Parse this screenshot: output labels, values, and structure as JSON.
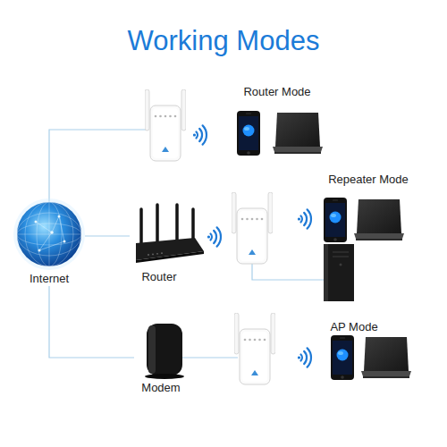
{
  "diagram": {
    "title": "Working Modes",
    "nodes": [
      {
        "text": [
          "Internet"
        ]
      },
      {
        "text": [
          "Router"
        ]
      },
      {
        "text": [
          "Modem"
        ]
      }
    ],
    "edges": [
      {
        "from": 0,
        "to": 1,
        "arrow": "none"
      },
      {
        "from": 0,
        "to": 2,
        "arrow": "none"
      }
    ],
    "labels": [
      "Router Mode",
      "Repeater Mode",
      "AP Mode"
    ]
  }
}
